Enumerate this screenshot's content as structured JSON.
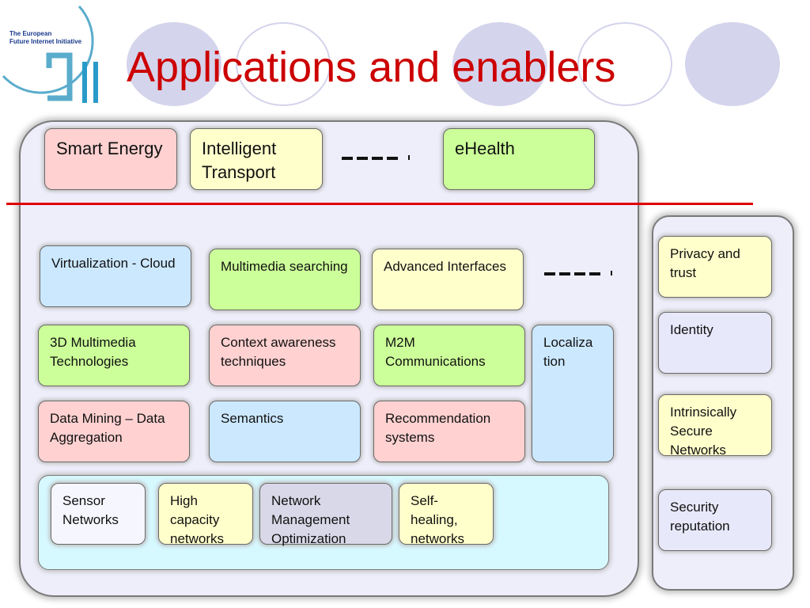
{
  "slide": {
    "title": "Applications and enablers"
  },
  "logo": {
    "line1": "The European",
    "line2": "Future Internet Initiative"
  },
  "applications": {
    "smart_energy": "Smart Energy",
    "intelligent_transport": "Intelligent Transport",
    "ehealth": "eHealth"
  },
  "enablers": {
    "virtualization_cloud": "Virtualization - Cloud",
    "multimedia_searching": "Multimedia searching",
    "advanced_interfaces": "Advanced Interfaces",
    "multimedia_3d": "3D Multimedia Technologies",
    "context_awareness": "Context awareness techniques",
    "m2m": "M2M Communications",
    "localization": "Localiza tion",
    "data_mining": "Data Mining – Data Aggregation",
    "semantics": "Semantics",
    "recommendation": "Recommendation systems"
  },
  "networks": {
    "sensor": "Sensor Networks",
    "high_capacity": "High capacity networks",
    "network_management": "Network Management Optimization",
    "self_healing": "Self-healing, networks"
  },
  "security": {
    "privacy": "Privacy and trust",
    "identity": "Identity",
    "intrinsically_secure": "Intrinsically Secure Networks",
    "reputation": "Security reputation"
  },
  "colors": {
    "title": "#cc0000",
    "pink": "#ffd1d1",
    "yellow": "#ffffcc",
    "green": "#ccff99",
    "blue": "#cce8ff",
    "lavender": "#e8e8fb",
    "panel": "#eeeefb",
    "bottom_panel": "#d6f8ff",
    "divider": "#e00000"
  }
}
